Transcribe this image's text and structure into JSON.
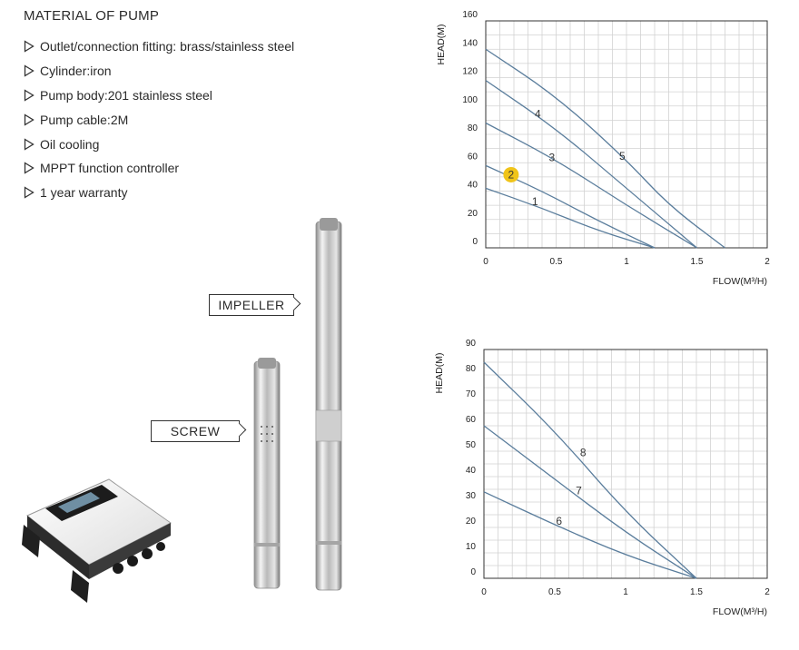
{
  "material": {
    "title": "MATERIAL OF PUMP",
    "items": [
      "Outlet/connection fitting: brass/stainless steel",
      "Cylinder:iron",
      "Pump body:201 stainless steel",
      "Pump cable:2M",
      "Oil cooling",
      "MPPT function controller",
      "1 year warranty"
    ]
  },
  "labels": {
    "impeller": "IMPELLER",
    "screw": "SCREW"
  },
  "colors": {
    "curve": "#5a7d9c",
    "grid": "#d2d2d2",
    "highlight": "#f0c419"
  },
  "chart_data": [
    {
      "type": "line",
      "xlabel": "FLOW(M³/H)",
      "ylabel": "HEAD(M)",
      "xlim": [
        0,
        2
      ],
      "ylim": [
        0,
        160
      ],
      "x_ticks": [
        "0",
        "0.5",
        "1",
        "1.5",
        "2"
      ],
      "y_ticks": [
        "0",
        "20",
        "40",
        "60",
        "80",
        "100",
        "120",
        "140",
        "160"
      ],
      "grid": true,
      "series": [
        {
          "name": "1",
          "highlight": false,
          "label_at": [
            0.35,
            30
          ],
          "points": [
            [
              0,
              42
            ],
            [
              0.4,
              28
            ],
            [
              0.8,
              12
            ],
            [
              1.2,
              0
            ]
          ]
        },
        {
          "name": "2",
          "highlight": true,
          "label_at": [
            0.18,
            49
          ],
          "points": [
            [
              0,
              58
            ],
            [
              0.4,
              40
            ],
            [
              0.8,
              19
            ],
            [
              1.2,
              0
            ]
          ]
        },
        {
          "name": "3",
          "highlight": false,
          "label_at": [
            0.47,
            61
          ],
          "points": [
            [
              0,
              88
            ],
            [
              0.5,
              62
            ],
            [
              1,
              30
            ],
            [
              1.5,
              0
            ]
          ]
        },
        {
          "name": "4",
          "highlight": false,
          "label_at": [
            0.37,
            92
          ],
          "points": [
            [
              0,
              118
            ],
            [
              0.5,
              84
            ],
            [
              1,
              42
            ],
            [
              1.5,
              0
            ]
          ]
        },
        {
          "name": "5",
          "highlight": false,
          "label_at": [
            0.97,
            62
          ],
          "points": [
            [
              0,
              140
            ],
            [
              0.5,
              107
            ],
            [
              1,
              62
            ],
            [
              1.3,
              30
            ],
            [
              1.7,
              0
            ]
          ]
        }
      ]
    },
    {
      "type": "line",
      "xlabel": "FLOW(M³/H)",
      "ylabel": "HEAD(M)",
      "xlim": [
        0,
        2
      ],
      "ylim": [
        0,
        90
      ],
      "x_ticks": [
        "0",
        "0.5",
        "1",
        "1.5",
        "2"
      ],
      "y_ticks": [
        "0",
        "10",
        "20",
        "30",
        "40",
        "50",
        "60",
        "70",
        "80",
        "90"
      ],
      "grid": true,
      "series": [
        {
          "name": "6",
          "highlight": false,
          "label_at": [
            0.53,
            21
          ],
          "points": [
            [
              0,
              34
            ],
            [
              0.5,
              21
            ],
            [
              1,
              9
            ],
            [
              1.5,
              0
            ]
          ]
        },
        {
          "name": "7",
          "highlight": false,
          "label_at": [
            0.67,
            33
          ],
          "points": [
            [
              0,
              60
            ],
            [
              0.5,
              39
            ],
            [
              1,
              18
            ],
            [
              1.5,
              0
            ]
          ]
        },
        {
          "name": "8",
          "highlight": false,
          "label_at": [
            0.7,
            48
          ],
          "points": [
            [
              0,
              85
            ],
            [
              0.5,
              58
            ],
            [
              1,
              26
            ],
            [
              1.5,
              0
            ]
          ]
        }
      ]
    }
  ]
}
